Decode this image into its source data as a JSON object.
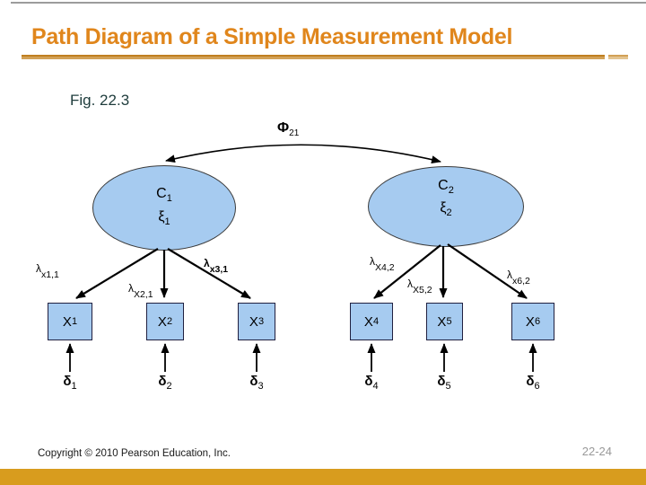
{
  "slide": {
    "title": "Path Diagram of a Simple Measurement Model",
    "figure_label": "Fig. 22.3",
    "footer": {
      "copyright": "Copyright © 2010 Pearson Education, Inc.",
      "page_number": "22-24"
    }
  },
  "diagram": {
    "phi": {
      "symbol": "Φ",
      "sub": "21"
    },
    "latents": [
      {
        "label": "C",
        "label_sub": "1",
        "xi": "ξ",
        "xi_sub": "1"
      },
      {
        "label": "C",
        "label_sub": "2",
        "xi": "ξ",
        "xi_sub": "2"
      }
    ],
    "loadings": [
      {
        "symbol": "λ",
        "subscript": "x1,1"
      },
      {
        "symbol": "λ",
        "subscript": "X2,1"
      },
      {
        "symbol": "λ",
        "subscript": "x3,1"
      },
      {
        "symbol": "λ",
        "subscript": "X4,2"
      },
      {
        "symbol": "λ",
        "subscript": "X5,2"
      },
      {
        "symbol": "λ",
        "subscript": "x6,2"
      }
    ],
    "indicators": [
      {
        "label": "X",
        "sub": "1"
      },
      {
        "label": "X",
        "sub": "2"
      },
      {
        "label": "X",
        "sub": "3"
      },
      {
        "label": "X",
        "sub": "4"
      },
      {
        "label": "X",
        "sub": "5"
      },
      {
        "label": "X",
        "sub": "6"
      }
    ],
    "errors": [
      {
        "symbol": "δ",
        "sub": "1"
      },
      {
        "symbol": "δ",
        "sub": "2"
      },
      {
        "symbol": "δ",
        "sub": "3"
      },
      {
        "symbol": "δ",
        "sub": "4"
      },
      {
        "symbol": "δ",
        "sub": "5"
      },
      {
        "symbol": "δ",
        "sub": "6"
      }
    ]
  },
  "colors": {
    "title_text": "#E0861C",
    "title_rule": "#D2A156",
    "figure_label": "#1E3C3C",
    "shape_fill": "#A6CBF0",
    "shape_border": "#2A2A44",
    "diagram_line": "#000000",
    "bottom_bar": "#D89C1E",
    "top_line": "#9C9C9C",
    "page_number": "#999999"
  }
}
